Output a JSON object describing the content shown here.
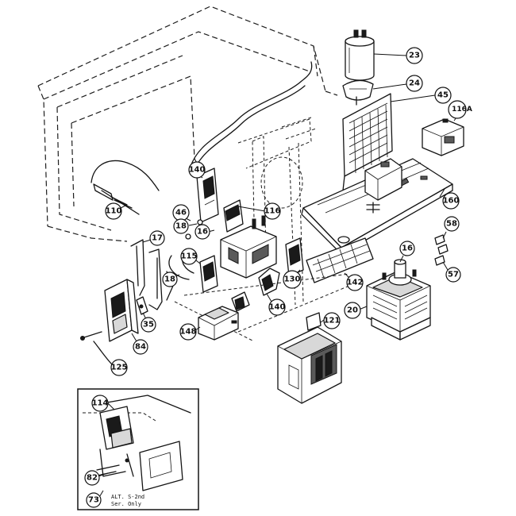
{
  "diagram": {
    "parts": [
      {
        "id": "p23",
        "label": "23"
      },
      {
        "id": "p24",
        "label": "24"
      },
      {
        "id": "p45",
        "label": "45"
      },
      {
        "id": "p116a",
        "label": "116A"
      },
      {
        "id": "p140a",
        "label": "140"
      },
      {
        "id": "p110",
        "label": "110"
      },
      {
        "id": "p46",
        "label": "46"
      },
      {
        "id": "p18a",
        "label": "18"
      },
      {
        "id": "p16top",
        "label": "16"
      },
      {
        "id": "p116",
        "label": "116"
      },
      {
        "id": "p160",
        "label": "160"
      },
      {
        "id": "p58",
        "label": "58"
      },
      {
        "id": "p17",
        "label": "17"
      },
      {
        "id": "p115",
        "label": "115"
      },
      {
        "id": "p18b",
        "label": "18"
      },
      {
        "id": "p16",
        "label": "16"
      },
      {
        "id": "p57",
        "label": "57"
      },
      {
        "id": "p130",
        "label": "130"
      },
      {
        "id": "p142",
        "label": "142"
      },
      {
        "id": "p140b",
        "label": "140"
      },
      {
        "id": "p20",
        "label": "20"
      },
      {
        "id": "p35",
        "label": "35"
      },
      {
        "id": "p148",
        "label": "148"
      },
      {
        "id": "p84",
        "label": "84"
      },
      {
        "id": "p121",
        "label": "121"
      },
      {
        "id": "p125",
        "label": "125"
      },
      {
        "id": "p114",
        "label": "114"
      },
      {
        "id": "p82",
        "label": "82"
      },
      {
        "id": "p73",
        "label": "73"
      }
    ],
    "inset_note_line1": "ALT. S-2nd",
    "inset_note_line2": "Ser. Only"
  },
  "colors": {
    "ink": "#141414",
    "paper": "#ffffff",
    "shade": "#d8d8d8"
  }
}
